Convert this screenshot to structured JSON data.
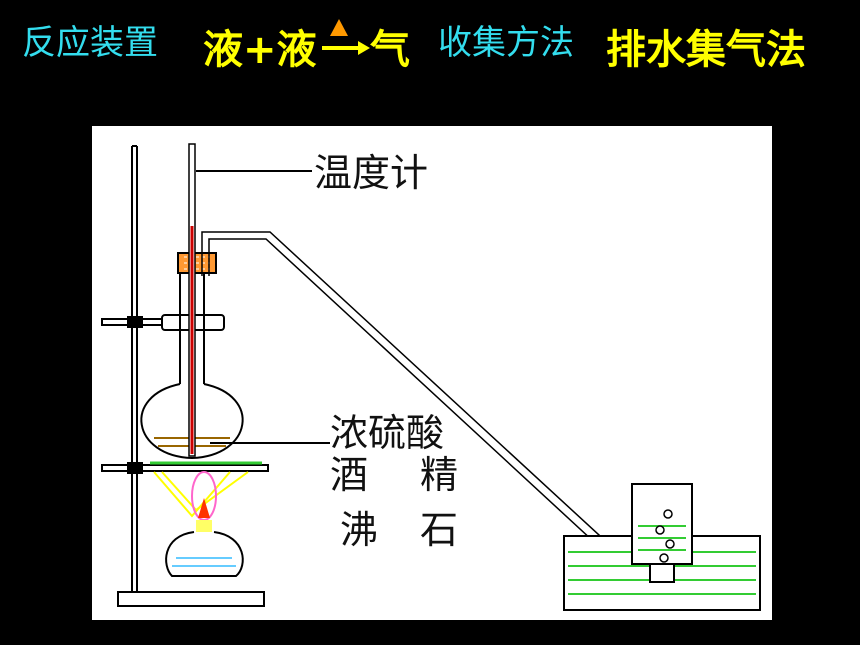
{
  "header": {
    "apparatus_label": "反应装置",
    "apparatus_value_left": "液+液",
    "apparatus_value_right": "气",
    "collection_label": "收集方法",
    "collection_value": "排水集气法"
  },
  "diagram": {
    "labels": {
      "thermometer": "温度计",
      "conc_acid": "浓硫酸",
      "alcohol_a": "酒",
      "alcohol_b": "精",
      "boiling_chip_a": "沸",
      "boiling_chip_b": "石"
    }
  },
  "colors": {
    "label_cyan": "#33ddee",
    "value_yellow": "#ffff00",
    "heat_triangle": "#ff9900",
    "water_green": "#33cc33",
    "thermometer_red": "#cc0000",
    "stopper_orange": "#ff9933",
    "flame_yellow": "#ffff00",
    "flame_pink": "#ff66cc",
    "flame_red": "#ff3300",
    "burner_alcohol": "#66ccff",
    "acid_mix": "#996600"
  }
}
